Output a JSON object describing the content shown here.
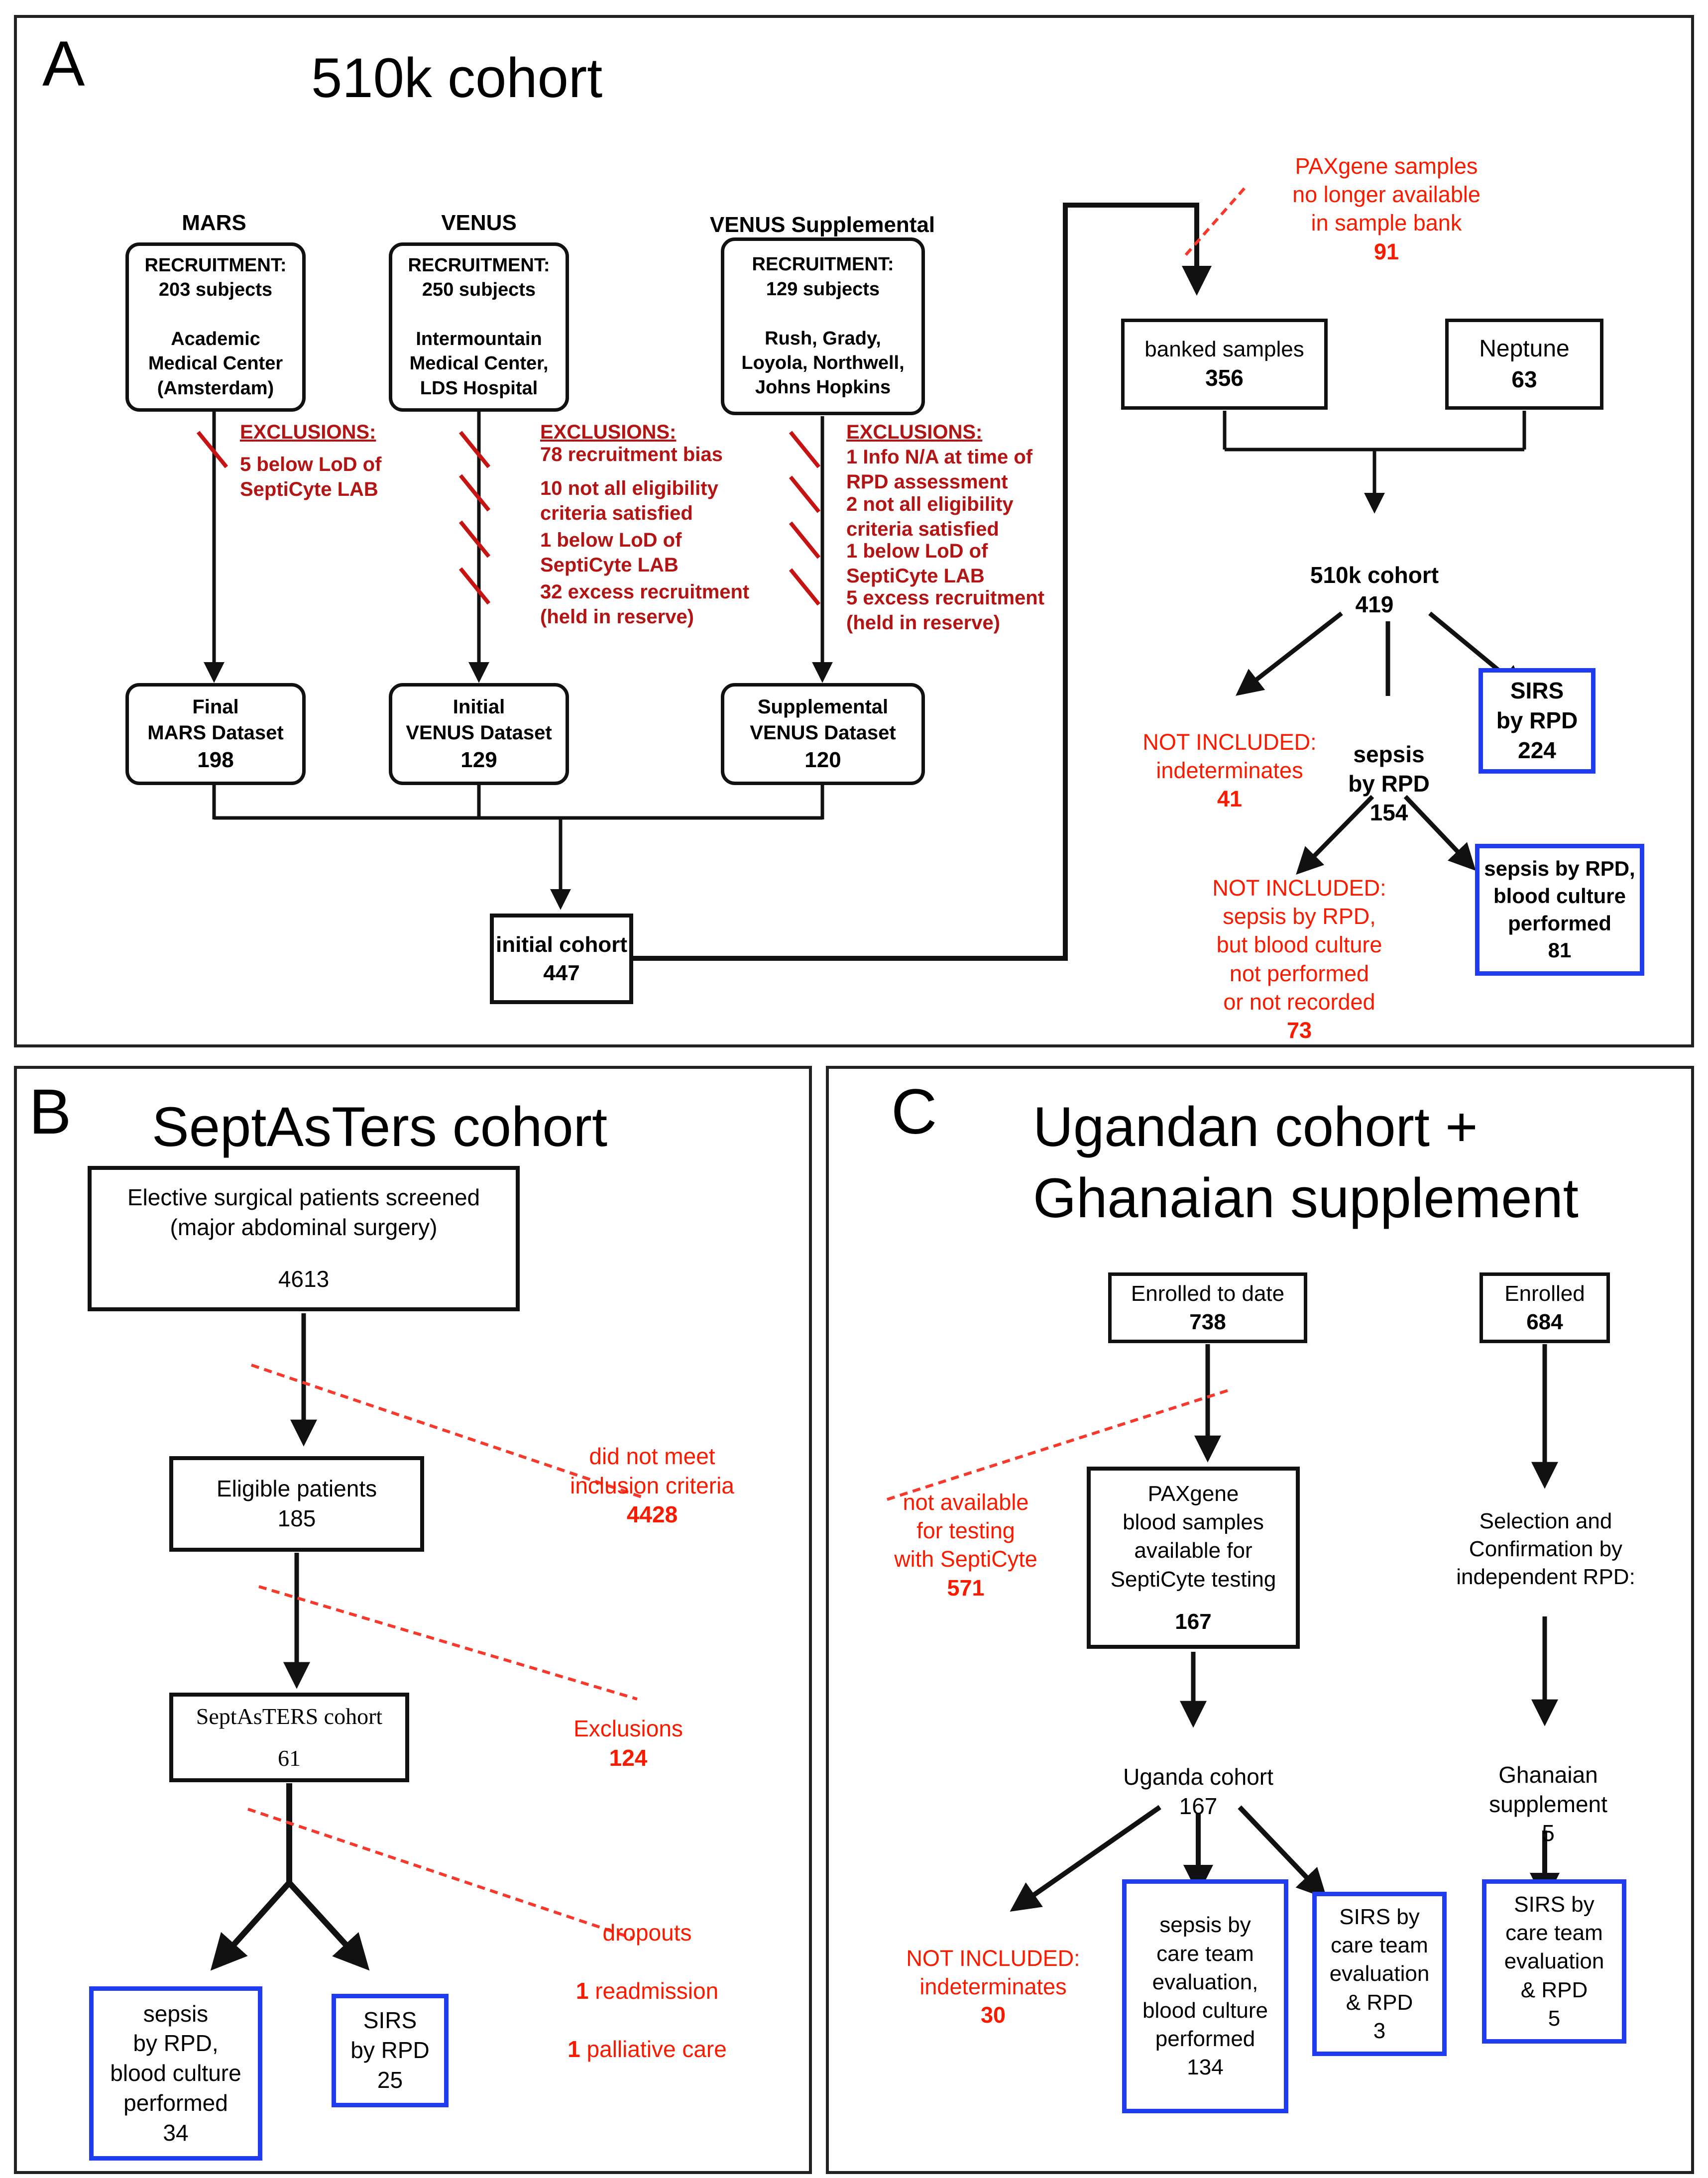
{
  "panelA": {
    "label": "A",
    "title": "510k cohort",
    "mars": {
      "header": "MARS",
      "recruitment": "RECRUITMENT:\n203 subjects\n\nAcademic\nMedical Center\n(Amsterdam)",
      "exclusions_header": "EXCLUSIONS:",
      "exclusions": [
        "5 below LoD of\nSeptiCyte LAB"
      ],
      "dataset": "Final\nMARS Dataset",
      "dataset_n": "198"
    },
    "venus": {
      "header": "VENUS",
      "recruitment": "RECRUITMENT:\n250 subjects\n\nIntermountain\nMedical Center,\nLDS Hospital",
      "exclusions_header": "EXCLUSIONS:",
      "exclusions": [
        "78 recruitment bias",
        "10 not all eligibility\ncriteria satisfied",
        "1 below LoD of\nSeptiCyte LAB",
        "32 excess recruitment\n(held in reserve)"
      ],
      "dataset": "Initial\nVENUS Dataset",
      "dataset_n": "129"
    },
    "venus_supp": {
      "header": "VENUS Supplemental",
      "recruitment": "RECRUITMENT:\n129 subjects\n\nRush, Grady,\nLoyola, Northwell,\nJohns Hopkins",
      "exclusions_header": "EXCLUSIONS:",
      "exclusions": [
        "1 Info N/A at time of\nRPD assessment",
        "2 not all eligibility\ncriteria satisfied",
        "1 below LoD of\nSeptiCyte LAB",
        "5 excess recruitment\n(held in reserve)"
      ],
      "dataset": "Supplemental\nVENUS Dataset",
      "dataset_n": "120"
    },
    "initial_cohort": {
      "label": "initial cohort",
      "n": "447"
    },
    "paxgene_note": {
      "text": "PAXgene samples\nno longer available\nin sample bank",
      "n": "91"
    },
    "banked": {
      "label": "banked samples",
      "n": "356"
    },
    "neptune": {
      "label": "Neptune",
      "n": "63"
    },
    "cohort510k": {
      "label": "510k cohort",
      "n": "419"
    },
    "not_included_top": {
      "text": "NOT INCLUDED:\nindeterminates",
      "n": "41"
    },
    "sepsis_rpd": {
      "label": "sepsis\nby RPD",
      "n": "154"
    },
    "sirs_rpd": {
      "label": "SIRS\nby RPD",
      "n": "224"
    },
    "not_included_bottom": {
      "text": "NOT INCLUDED:\nsepsis by RPD,\nbut blood culture\nnot performed\nor not recorded",
      "n": "73"
    },
    "sepsis_bc": {
      "label": "sepsis by RPD,\nblood culture\nperformed",
      "n": "81"
    }
  },
  "panelB": {
    "label": "B",
    "title": "SeptAsTers cohort",
    "screened": {
      "label": "Elective surgical patients screened\n(major abdominal surgery)",
      "n": "4613"
    },
    "did_not_meet": {
      "text": "did not meet\ninclusion criteria",
      "n": "4428"
    },
    "eligible": {
      "label": "Eligible patients",
      "n": "185"
    },
    "exclusions": {
      "text": "Exclusions",
      "n": "124"
    },
    "septasters": {
      "label": "SeptAsTERS cohort",
      "n": "61"
    },
    "dropouts": {
      "title": "dropouts",
      "items": [
        {
          "n": "1",
          "label": "readmission"
        },
        {
          "n": "1",
          "label": "palliative care"
        }
      ]
    },
    "sepsis_bc": {
      "label": "sepsis\nby RPD,\nblood culture\nperformed",
      "n": "34"
    },
    "sirs": {
      "label": "SIRS\nby RPD",
      "n": "25"
    }
  },
  "panelC": {
    "label": "C",
    "title": "Ugandan cohort +\nGhanaian supplement",
    "enrolled_to_date": {
      "label": "Enrolled to date",
      "n": "738"
    },
    "enrolled": {
      "label": "Enrolled",
      "n": "684"
    },
    "not_available": {
      "text": "not available\nfor testing\nwith SeptiCyte",
      "n": "571"
    },
    "paxgene": {
      "label": "PAXgene\nblood samples\navailable for\nSeptiCyte testing",
      "n": "167"
    },
    "selection": {
      "text": "Selection and\nConfirmation by\nindependent RPD:"
    },
    "uganda": {
      "label": "Uganda cohort",
      "n": "167"
    },
    "ghana": {
      "label": "Ghanaian\nsupplement",
      "n": "5"
    },
    "not_included": {
      "text": "NOT INCLUDED:\nindeterminates",
      "n": "30"
    },
    "sepsis_ct": {
      "label": "sepsis by\ncare team\nevaluation,\nblood culture\nperformed",
      "n": "134"
    },
    "sirs3": {
      "label": "SIRS by\ncare team\nevaluation\n& RPD",
      "n": "3"
    },
    "sirs5": {
      "label": "SIRS by\ncare team\nevaluation\n& RPD",
      "n": "5"
    }
  }
}
